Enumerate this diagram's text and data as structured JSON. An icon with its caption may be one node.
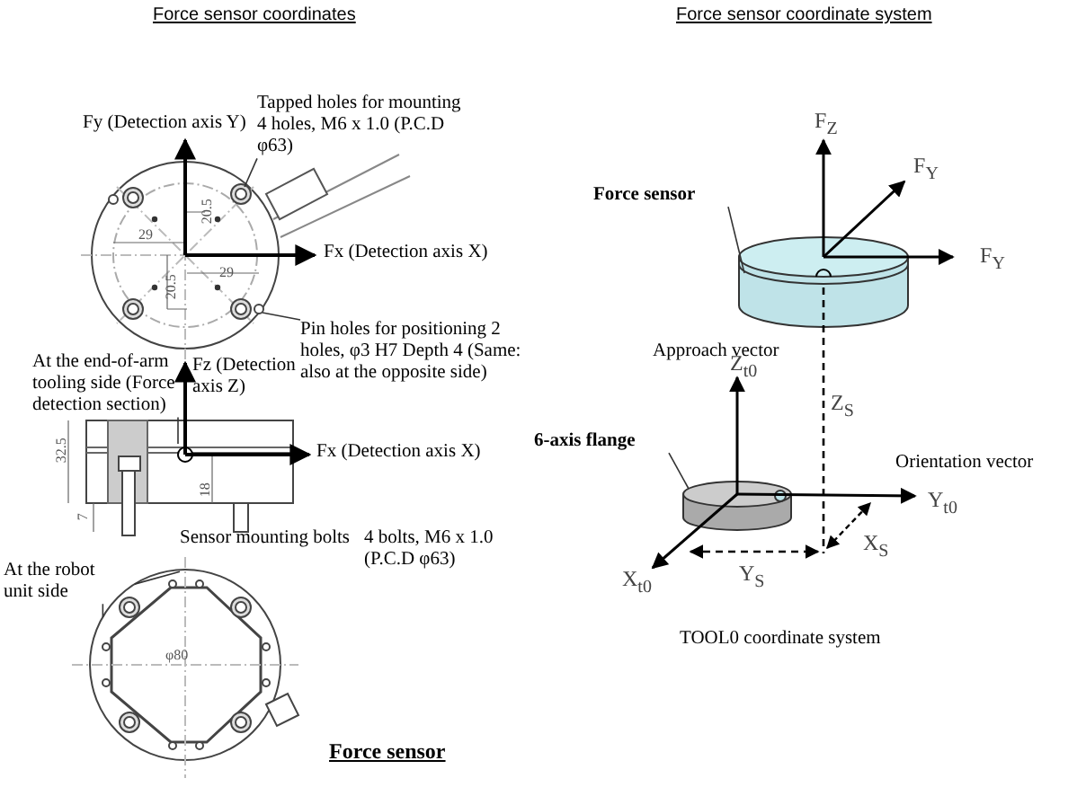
{
  "diagram": {
    "nodes": [
      {
        "text": [
          "Tapped holes for mounting 4 holes, M6 x 1.0 (P.C.D φ63)"
        ]
      },
      {
        "text": [
          "Pin holes for positioning 2 holes, φ3 H7 Depth 4 (Same: also at the opposite side)"
        ]
      },
      {
        "text": [
          "At the end-of-arm tooling side (Force detection section)"
        ]
      },
      {
        "text": [
          "Sensor mounting bolts",
          "4 bolts, M6 x 1.0 (P.C.D φ63)"
        ]
      },
      {
        "text": [
          "At the robot unit side"
        ]
      },
      {
        "text": [
          "Force sensor"
        ]
      },
      {
        "text": [
          "6-axis flange"
        ]
      },
      {
        "text": [],
        "shape": "picture"
      }
    ],
    "edges": [
      {
        "from": 0,
        "to": null,
        "arrow": "none"
      },
      {
        "from": 1,
        "to": null,
        "arrow": "none"
      },
      {
        "from": 2,
        "to": null,
        "arrow": "none"
      },
      {
        "from": 3,
        "to": 7,
        "arrow": "none"
      },
      {
        "from": 4,
        "to": 7,
        "arrow": "none"
      },
      {
        "from": 5,
        "to": null,
        "arrow": "none"
      },
      {
        "from": 6,
        "to": null,
        "arrow": "none"
      }
    ],
    "labels": [
      "Force sensor coordinates",
      "Force sensor coordinate system",
      "Fy (Detection axis Y)",
      "Fx (Detection axis X)",
      "29",
      "20.5",
      "29",
      "20.5",
      "Fz (Detection axis Z)",
      "Fx (Detection axis X)",
      "32.5",
      "18",
      "7",
      "φ80",
      "Force sensor",
      "F$_{Z}$",
      "F$_{Y}$",
      "F$_{Y}$",
      "Approach vector",
      "Z$_{t0}$",
      "Z$_{S}$",
      "Orientation vector",
      "Y$_{t0}$",
      "X$_{S}$",
      "X$_{t0}$",
      "Y$_{S}$",
      "TOOL0 coordinate system"
    ]
  }
}
